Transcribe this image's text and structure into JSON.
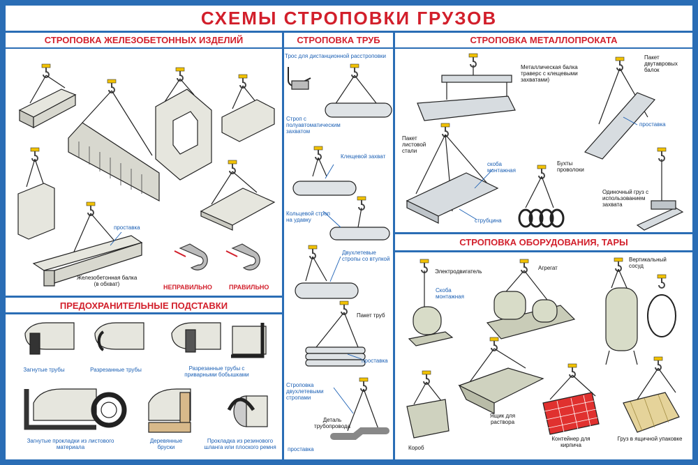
{
  "title": "СХЕМЫ СТРОПОВКИ ГРУЗОВ",
  "sections": {
    "concrete": {
      "title": "СТРОПОВКА ЖЕЛЕЗОБЕТОННЫХ ИЗДЕЛИЙ",
      "labels": {
        "spacer": "проставка",
        "beam": "Железобетонная балка (в обхват)",
        "wrong": "НЕПРАВИЛЬНО",
        "right": "ПРАВИЛЬНО"
      }
    },
    "pipes": {
      "title": "СТРОПОВКА ТРУБ",
      "labels": {
        "remote_rope": "Трос для дистанционной расстроповки",
        "semi_auto": "Строп с полуавтоматическим захватом",
        "clamp": "Клещевой захват",
        "ring_sling": "Кольцевой строп на удавку",
        "two_leg_sleeve": "Двухлетевые стропы со втулкой",
        "pipe_pack": "Пакет труб",
        "spacer": "проставка",
        "two_leg": "Строповка двухлетевыми стропами",
        "detail": "Деталь трубопровода",
        "spacer2": "проставка"
      }
    },
    "metal": {
      "title": "СТРОПОВКА МЕТАЛЛОПРОКАТА",
      "labels": {
        "traverse": "Металлическая балка траверс с клещевыми захватами)",
        "ibeam_pack": "Пакет двутавровых балок",
        "spacer": "проставка",
        "sheet_pack": "Пакет листовой стали",
        "shackle": "скоба монтажная",
        "wire_coils": "Бухты проволоки",
        "clamp": "струбцина",
        "single_load": "Одиночный груз с использованием захвата"
      }
    },
    "guards": {
      "title": "ПРЕДОХРАНИТЕЛЬНЫЕ ПОДСТАВКИ",
      "labels": {
        "bent_pipes": "Загнутые трубы",
        "cut_pipes": "Разрезанные трубы",
        "cut_pipes_bosses": "Разрезанные трубы с приварными бобышками",
        "sheet_pads": "Загнутые прокладки из листового материала",
        "wood_bars": "Деревянные бруски",
        "hose_pad": "Прокладка из резинового шланга или плоского ремня"
      }
    },
    "equipment": {
      "title": "СТРОПОВКА ОБОРУДОВАНИЯ, ТАРЫ",
      "labels": {
        "motor": "Электродвигатель",
        "shackle": "Скоба монтажная",
        "unit": "Агрегат",
        "vessel": "Вертикальный сосуд",
        "mortar_box": "Ящик для раствора",
        "box": "Короб",
        "brick_container": "Контейнер для кирпича",
        "crate": "Груз в ящичной упаковке"
      }
    }
  },
  "colors": {
    "border": "#2a6db5",
    "title": "#d21f2b",
    "label_blue": "#1a5fb4",
    "hook": "#f2c200"
  }
}
